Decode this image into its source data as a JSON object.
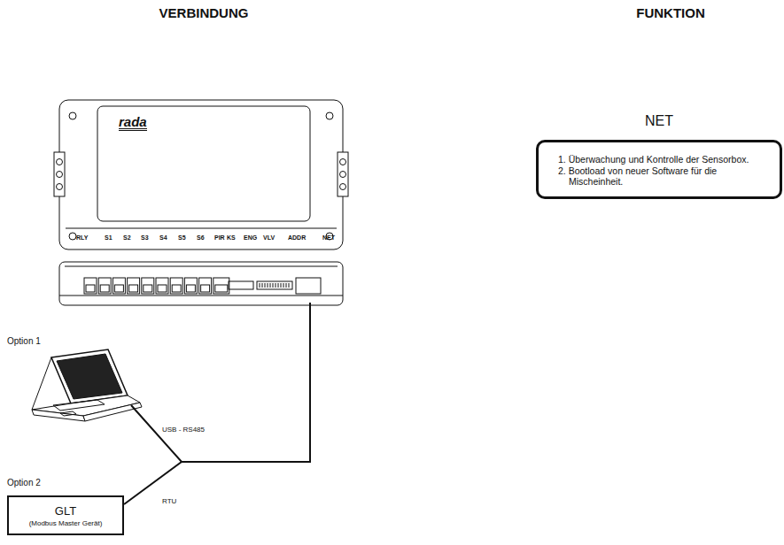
{
  "diagram": {
    "nodes": [
      {
        "text": [
          "rada"
        ]
      },
      {
        "text": [
          "NET",
          "1. Überwachung und Kontrolle der Sensorbox.",
          "2. Bootload von neuer Software für die Mischeinheit."
        ]
      },
      {
        "text": [
          "Option 1"
        ]
      },
      {
        "text": [
          "Option 2",
          "GLT",
          "(Modbus Master Gerät)"
        ]
      }
    ],
    "edges": [
      {
        "from": 0,
        "to": 2,
        "label": "USB - RS485",
        "arrow": "none"
      },
      {
        "from": 0,
        "to": 3,
        "label": "RTU",
        "arrow": "none"
      }
    ],
    "labels": [
      "VERBINDUNG",
      "FUNKTION",
      "RLY",
      "S1",
      "S2",
      "S3",
      "S4",
      "S5",
      "S6",
      "PIR",
      "KS",
      "ENG",
      "VLV",
      "ADDR",
      "NET"
    ]
  }
}
